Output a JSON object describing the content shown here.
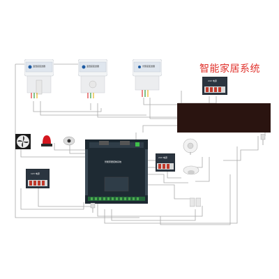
{
  "title": "智能家居系统",
  "sensors": [
    {
      "label": "温湿度变送器"
    },
    {
      "label": "温湿度变送器"
    },
    {
      "label": "光照度变送器"
    }
  ],
  "psu_right": {
    "label": "24V 电源"
  },
  "psu_left": {
    "label": "12V 电源"
  },
  "psu_mid": {
    "label": "24V 电源"
  },
  "controller": {
    "label": "智能家居控制系统"
  },
  "colors": {
    "title": "#e0312b",
    "wire": "#9a9a9a",
    "led_panel": "#3a1a14",
    "controller_body": "#1e2a33",
    "psu_body": "#2b3540"
  }
}
